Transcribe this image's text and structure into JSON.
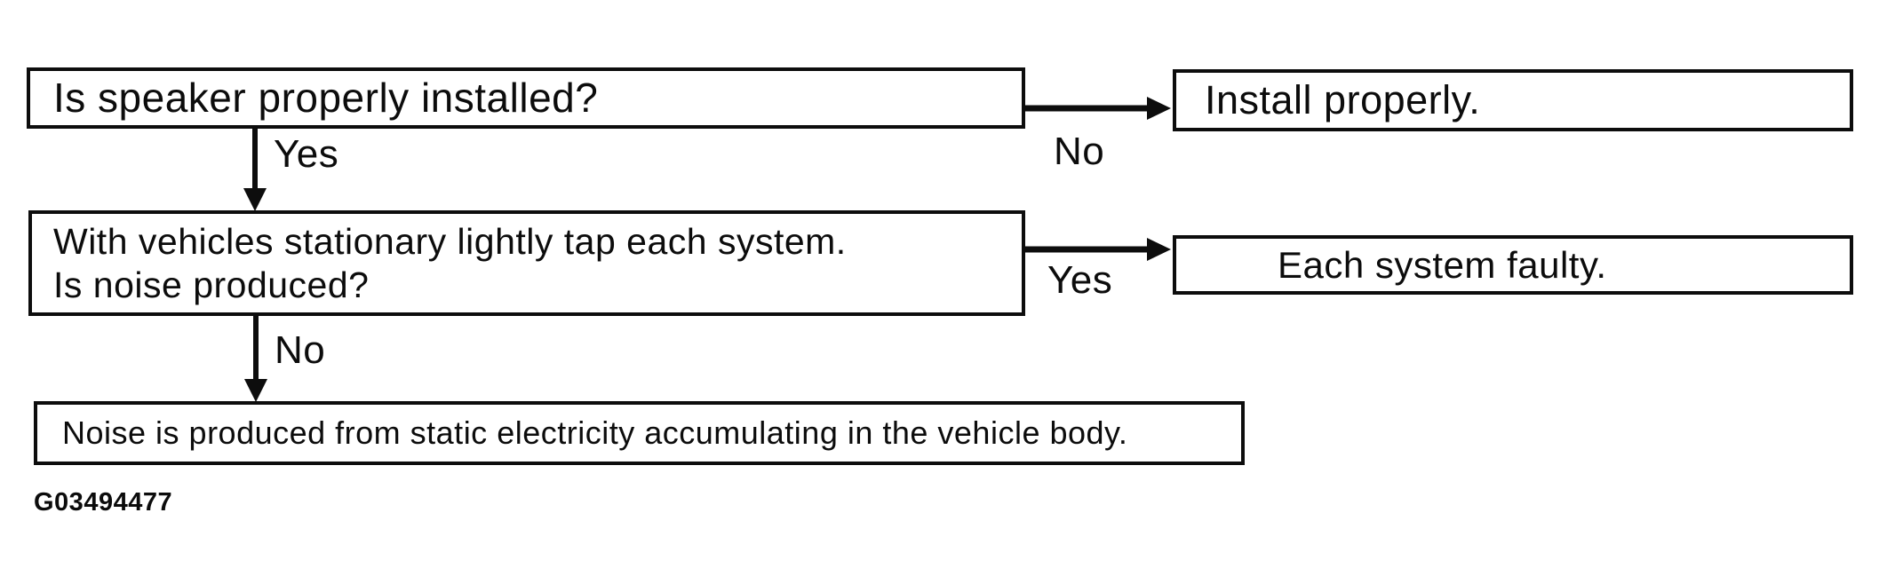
{
  "colors": {
    "ink": "#0c0c0c",
    "background": "#ffffff"
  },
  "diagram": {
    "figure_id": "G03494477",
    "nodes": [
      {
        "id": "q1",
        "type": "question",
        "label": "Is speaker properly installed?"
      },
      {
        "id": "r1",
        "type": "action",
        "label": "Install properly."
      },
      {
        "id": "q2",
        "type": "question",
        "label": "With vehicles stationary lightly tap each system.\nIs noise produced?"
      },
      {
        "id": "r2",
        "type": "action",
        "label": "Each system faulty."
      },
      {
        "id": "end",
        "type": "terminal",
        "label": "Noise is produced from static electricity accumulating in the vehicle body."
      }
    ],
    "edges": [
      {
        "from": "q1",
        "to": "q2",
        "label": "Yes",
        "direction": "down"
      },
      {
        "from": "q1",
        "to": "r1",
        "label": "No",
        "direction": "right"
      },
      {
        "from": "q2",
        "to": "r2",
        "label": "Yes",
        "direction": "right"
      },
      {
        "from": "q2",
        "to": "end",
        "label": "No",
        "direction": "down"
      }
    ]
  }
}
